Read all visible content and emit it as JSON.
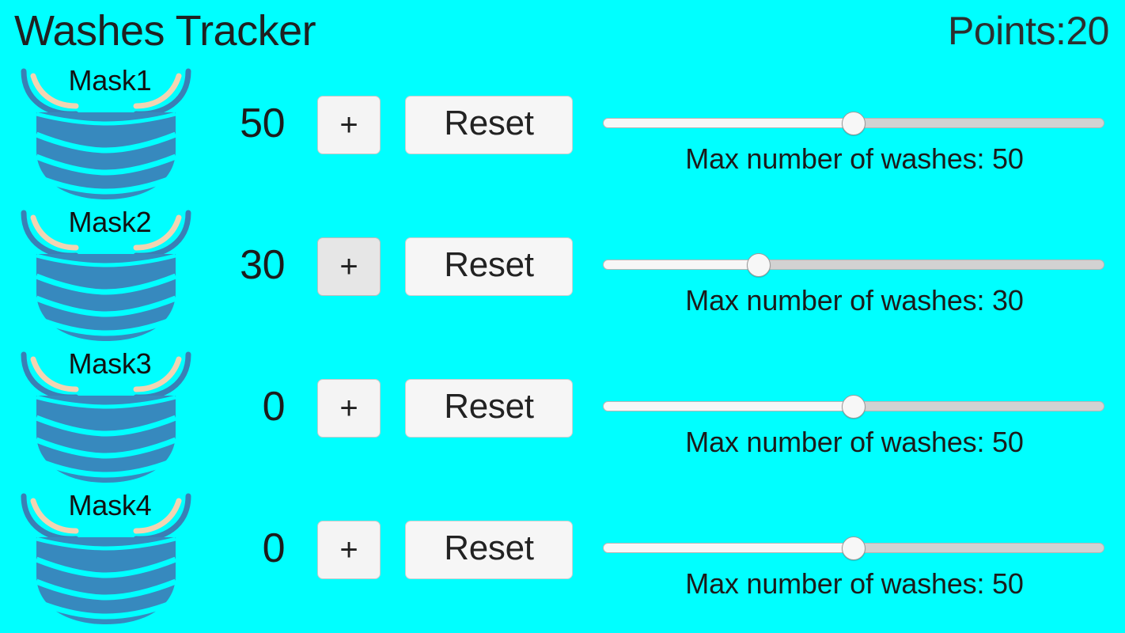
{
  "header": {
    "title": "Washes Tracker",
    "points_label": "Points:20"
  },
  "colors": {
    "background": "#00ffff",
    "text": "#1c1c1c",
    "mask_body": "#3789be",
    "mask_strap": "#3a7fb5",
    "mask_ear": "#ffd2ae",
    "button_face": "#f5f5f5",
    "button_pressed": "#e6e6e6",
    "slider_track_filled": "#f7f7f7",
    "slider_track_empty": "#d2d2d2"
  },
  "common": {
    "plus_label": "+",
    "reset_label": "Reset",
    "slider_caption_prefix": "Max number of washes: ",
    "slider_min": 0,
    "slider_max": 100
  },
  "rows": [
    {
      "mask_label": "Mask1",
      "count": "50",
      "plus_label": "+",
      "reset_label": "Reset",
      "plus_pressed": false,
      "slider_value": 50,
      "slider_percent": 50,
      "slider_caption": "Max number of washes: 50"
    },
    {
      "mask_label": "Mask2",
      "count": "30",
      "plus_label": "+",
      "reset_label": "Reset",
      "plus_pressed": true,
      "slider_value": 30,
      "slider_percent": 31,
      "slider_caption": "Max number of washes: 30"
    },
    {
      "mask_label": "Mask3",
      "count": "0",
      "plus_label": "+",
      "reset_label": "Reset",
      "plus_pressed": false,
      "slider_value": 50,
      "slider_percent": 50,
      "slider_caption": "Max number of washes: 50"
    },
    {
      "mask_label": "Mask4",
      "count": "0",
      "plus_label": "+",
      "reset_label": "Reset",
      "plus_pressed": false,
      "slider_value": 50,
      "slider_percent": 50,
      "slider_caption": "Max number of washes: 50"
    }
  ]
}
